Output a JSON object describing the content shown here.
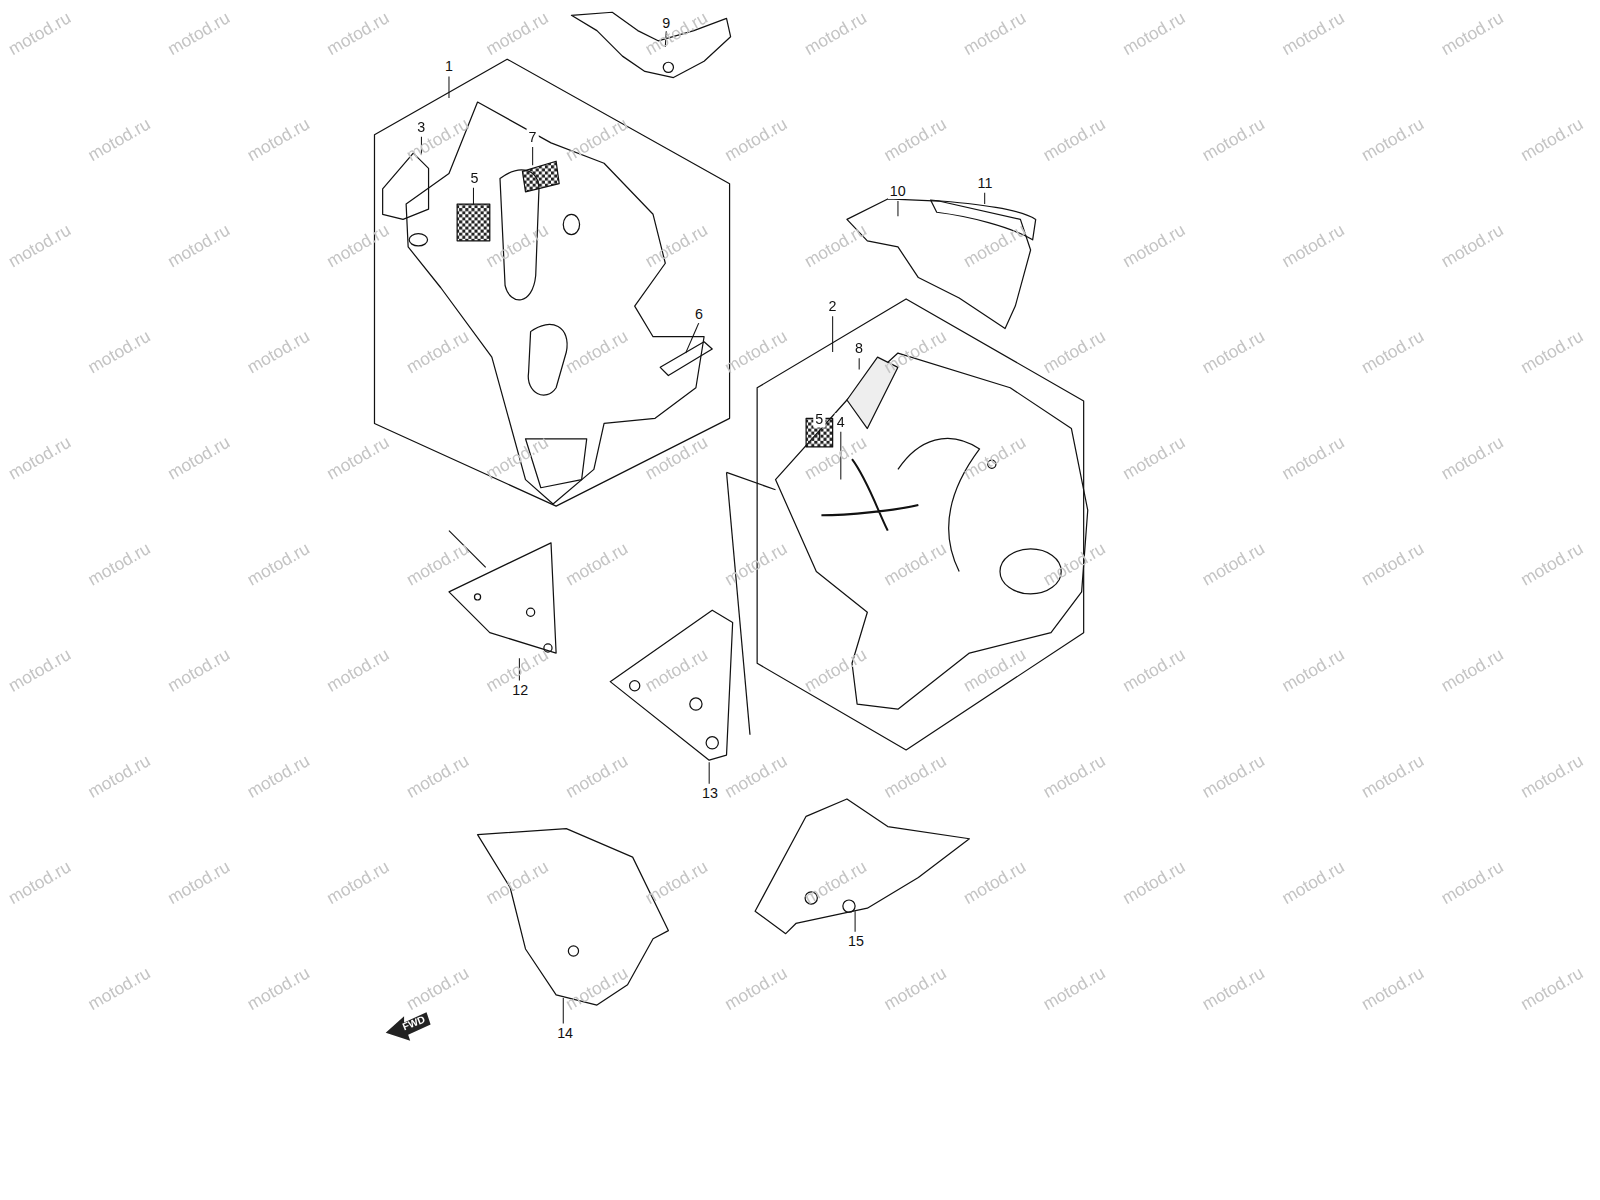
{
  "diagram": {
    "labels": [
      "9",
      "1",
      "3",
      "7",
      "5",
      "10",
      "11",
      "6",
      "2",
      "8",
      "5",
      "4",
      "12",
      "13",
      "15",
      "14",
      "FWD",
      "motod.ru",
      "motod.ru",
      "motod.ru",
      "motod.ru",
      "motod.ru",
      "motod.ru",
      "motod.ru",
      "motod.ru",
      "motod.ru",
      "motod.ru",
      "motod.ru",
      "motod.ru",
      "motod.ru",
      "motod.ru",
      "motod.ru",
      "motod.ru",
      "motod.ru",
      "motod.ru",
      "motod.ru",
      "motod.ru",
      "motod.ru",
      "motod.ru",
      "motod.ru",
      "motod.ru",
      "motod.ru",
      "motod.ru",
      "motod.ru",
      "motod.ru",
      "motod.ru",
      "motod.ru",
      "motod.ru",
      "motod.ru",
      "motod.ru",
      "motod.ru",
      "motod.ru",
      "motod.ru",
      "motod.ru",
      "motod.ru",
      "motod.ru",
      "motod.ru",
      "motod.ru",
      "motod.ru",
      "motod.ru",
      "motod.ru",
      "motod.ru",
      "motod.ru",
      "motod.ru",
      "motod.ru",
      "motod.ru",
      "motod.ru",
      "motod.ru",
      "motod.ru",
      "motod.ru",
      "motod.ru",
      "motod.ru",
      "motod.ru",
      "motod.ru",
      "motod.ru",
      "motod.ru",
      "motod.ru",
      "motod.ru",
      "motod.ru",
      "motod.ru",
      "motod.ru",
      "motod.ru",
      "motod.ru",
      "motod.ru",
      "motod.ru",
      "motod.ru",
      "motod.ru",
      "motod.ru",
      "motod.ru",
      "motod.ru",
      "motod.ru",
      "motod.ru",
      "motod.ru",
      "motod.ru",
      "motod.ru",
      "motod.ru",
      "motod.ru",
      "motod.ru",
      "motod.ru",
      "motod.ru",
      "motod.ru",
      "motod.ru",
      "motod.ru",
      "motod.ru",
      "motod.ru",
      "motod.ru",
      "motod.ru",
      "motod.ru",
      "motod.ru",
      "motod.ru",
      "motod.ru",
      "motod.ru",
      "motod.ru",
      "motod.ru",
      "motod.ru",
      "motod.ru",
      "motod.ru"
    ]
  }
}
